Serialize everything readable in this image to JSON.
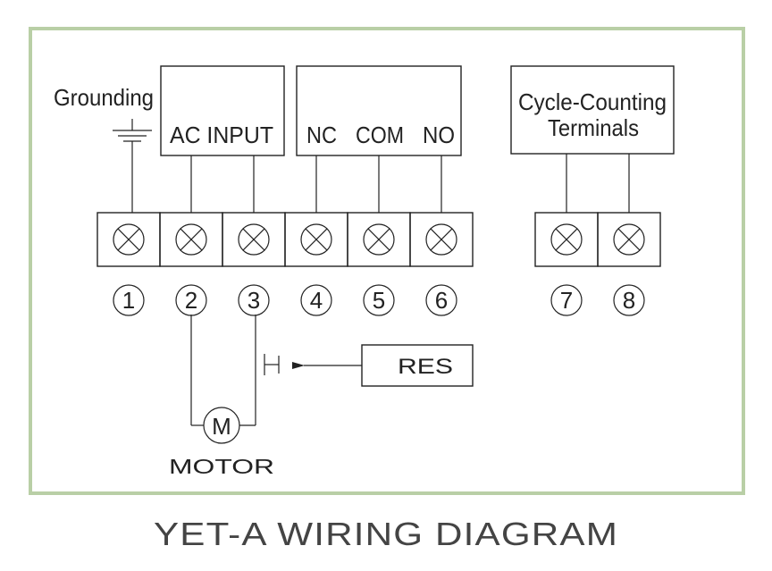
{
  "colors": {
    "frame_border": "#b9cfa6",
    "frame_fill": "#ffffff",
    "ink": "#222222",
    "title_ink": "#444444"
  },
  "labels": {
    "grounding": "Grounding",
    "ac_input": "AC INPUT",
    "nc": "NC",
    "com": "COM",
    "no": "NO",
    "cycle_line1": "Cycle-Counting",
    "cycle_line2": "Terminals",
    "res": "RES",
    "motor_symbol": "M",
    "motor": "MOTOR"
  },
  "terminals": [
    {
      "number": "1"
    },
    {
      "number": "2"
    },
    {
      "number": "3"
    },
    {
      "number": "4"
    },
    {
      "number": "5"
    },
    {
      "number": "6"
    },
    {
      "number": "7"
    },
    {
      "number": "8"
    }
  ],
  "icons": {
    "terminal": "screw-terminal-icon",
    "ground": "ground-symbol-icon",
    "switch": "switch-contact-icon",
    "arrow": "arrow-left-icon"
  },
  "title": "YET-A  WIRING DIAGRAM"
}
